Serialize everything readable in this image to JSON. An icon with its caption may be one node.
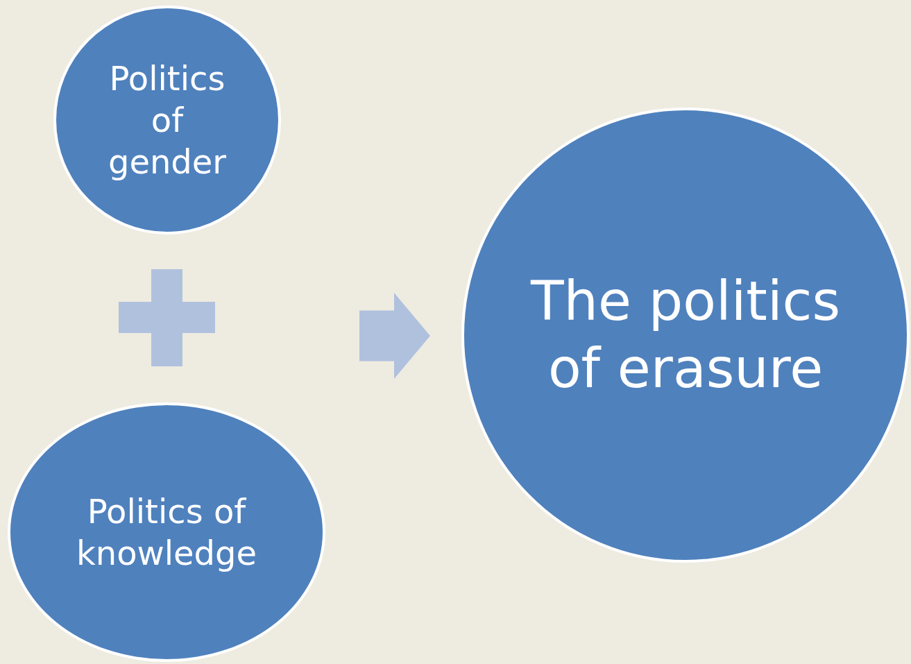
{
  "diagram": {
    "nodes": [
      {
        "text": [
          "Politics of gender"
        ]
      },
      {
        "text": [
          "Politics of knowledge"
        ]
      },
      {
        "text": [
          "The politics of erasure"
        ]
      }
    ],
    "edges": [
      {
        "from": null,
        "to": 2,
        "arrow": "to"
      }
    ]
  }
}
